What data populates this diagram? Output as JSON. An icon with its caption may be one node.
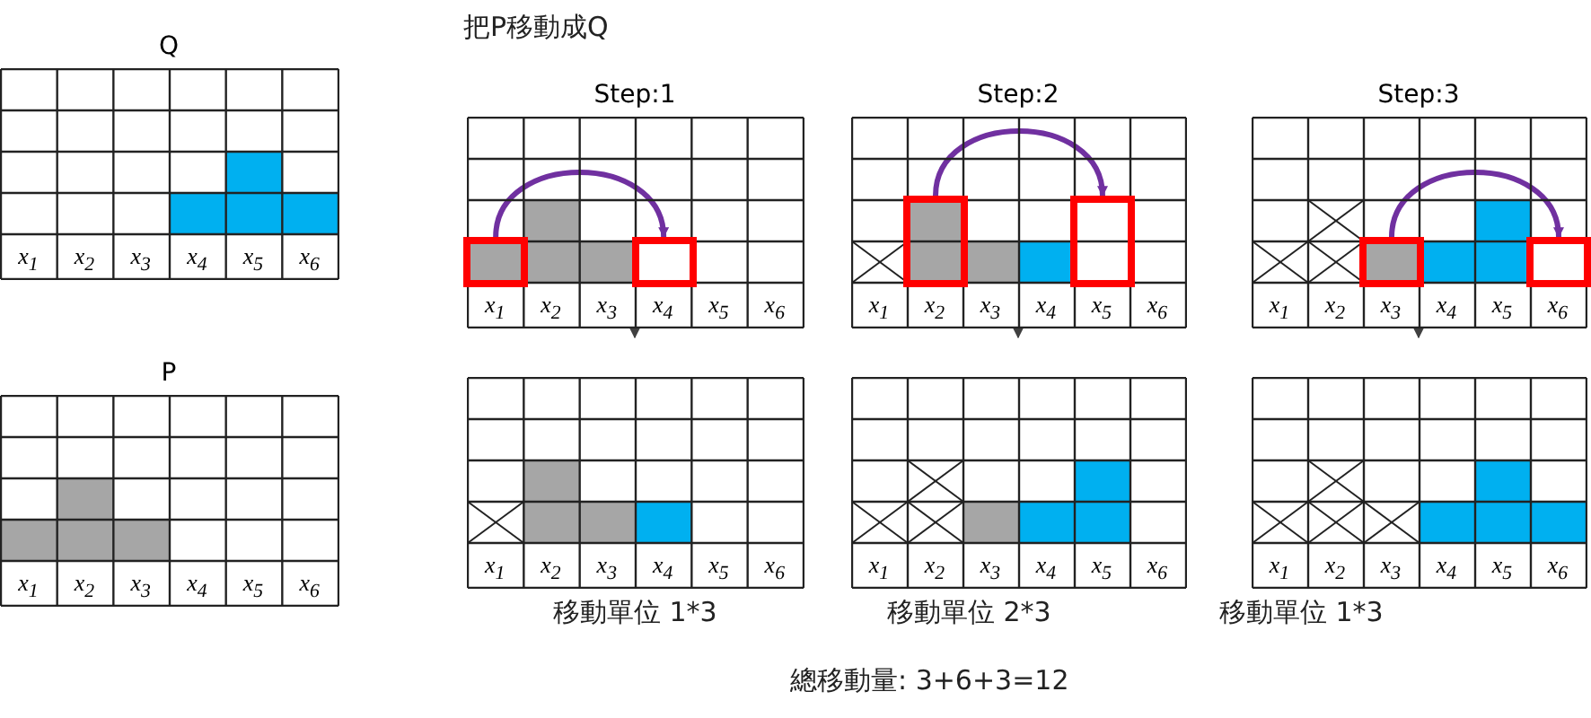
{
  "diagram": {
    "title": "把P移動成Q",
    "nodes": [
      {
        "text": [
          "Q",
          "x$_{1}$",
          "x$_{2}$",
          "x$_{3}$",
          "x$_{4}$",
          "x$_{5}$",
          "x$_{6}$"
        ]
      },
      {
        "text": [
          "Step:1",
          "x$_{1}$",
          "x$_{2}$",
          "x$_{3}$",
          "x$_{4}$",
          "x$_{5}$",
          "x$_{6}$"
        ]
      },
      {
        "text": [],
        "shape": "box",
        "in": 1
      },
      {
        "text": [],
        "shape": "box",
        "in": 1
      },
      {
        "text": [
          "Step:2",
          "x$_{1}$",
          "x$_{2}$",
          "x$_{3}$",
          "x$_{4}$",
          "x$_{5}$",
          "x$_{6}$"
        ]
      },
      {
        "text": [],
        "shape": "box",
        "in": 4
      },
      {
        "text": [],
        "shape": "box",
        "in": 4
      },
      {
        "text": [
          "Step:3",
          "x$_{1}$",
          "x$_{2}$",
          "x$_{3}$",
          "x$_{4}$",
          "x$_{5}$",
          "x$_{6}$"
        ]
      },
      {
        "text": [],
        "shape": "box",
        "in": 7
      },
      {
        "text": [],
        "shape": "box",
        "in": 7
      },
      {
        "text": [
          "P",
          "x$_{1}$",
          "x$_{2}$",
          "x$_{3}$",
          "x$_{4}$",
          "x$_{5}$",
          "x$_{6}$"
        ]
      },
      {
        "text": [
          "x$_{1}$",
          "x$_{2}$",
          "x$_{3}$",
          "x$_{4}$",
          "x$_{5}$",
          "x$_{6}$"
        ],
        "beside": [
          "移動單位 1*3"
        ]
      },
      {
        "text": [
          "x$_{1}$",
          "x$_{2}$",
          "x$_{3}$",
          "x$_{4}$",
          "x$_{5}$",
          "x$_{6}$"
        ],
        "beside": [
          "移動單位 2*3"
        ]
      },
      {
        "text": [
          "x$_{1}$",
          "x$_{2}$",
          "x$_{3}$",
          "x$_{4}$",
          "x$_{5}$",
          "x$_{6}$"
        ],
        "beside": [
          "移動單位 1*3"
        ]
      }
    ],
    "edges": [
      {
        "from": 2,
        "to": 3,
        "arrow": "to",
        "style": "thick",
        "color": "#7030a0"
      },
      {
        "from": 1,
        "to": 11,
        "arrow": "to",
        "color": "#404040"
      },
      {
        "from": 5,
        "to": 6,
        "arrow": "to",
        "style": "thick",
        "color": "#7030a0"
      },
      {
        "from": 4,
        "to": 12,
        "arrow": "to",
        "color": "#404040"
      },
      {
        "from": 8,
        "to": 9,
        "arrow": "to",
        "style": "thick",
        "color": "#7030a0"
      },
      {
        "from": 7,
        "to": 13,
        "arrow": "to",
        "color": "#404040"
      }
    ],
    "caption": "總移動量: 3+6+3=12"
  }
}
